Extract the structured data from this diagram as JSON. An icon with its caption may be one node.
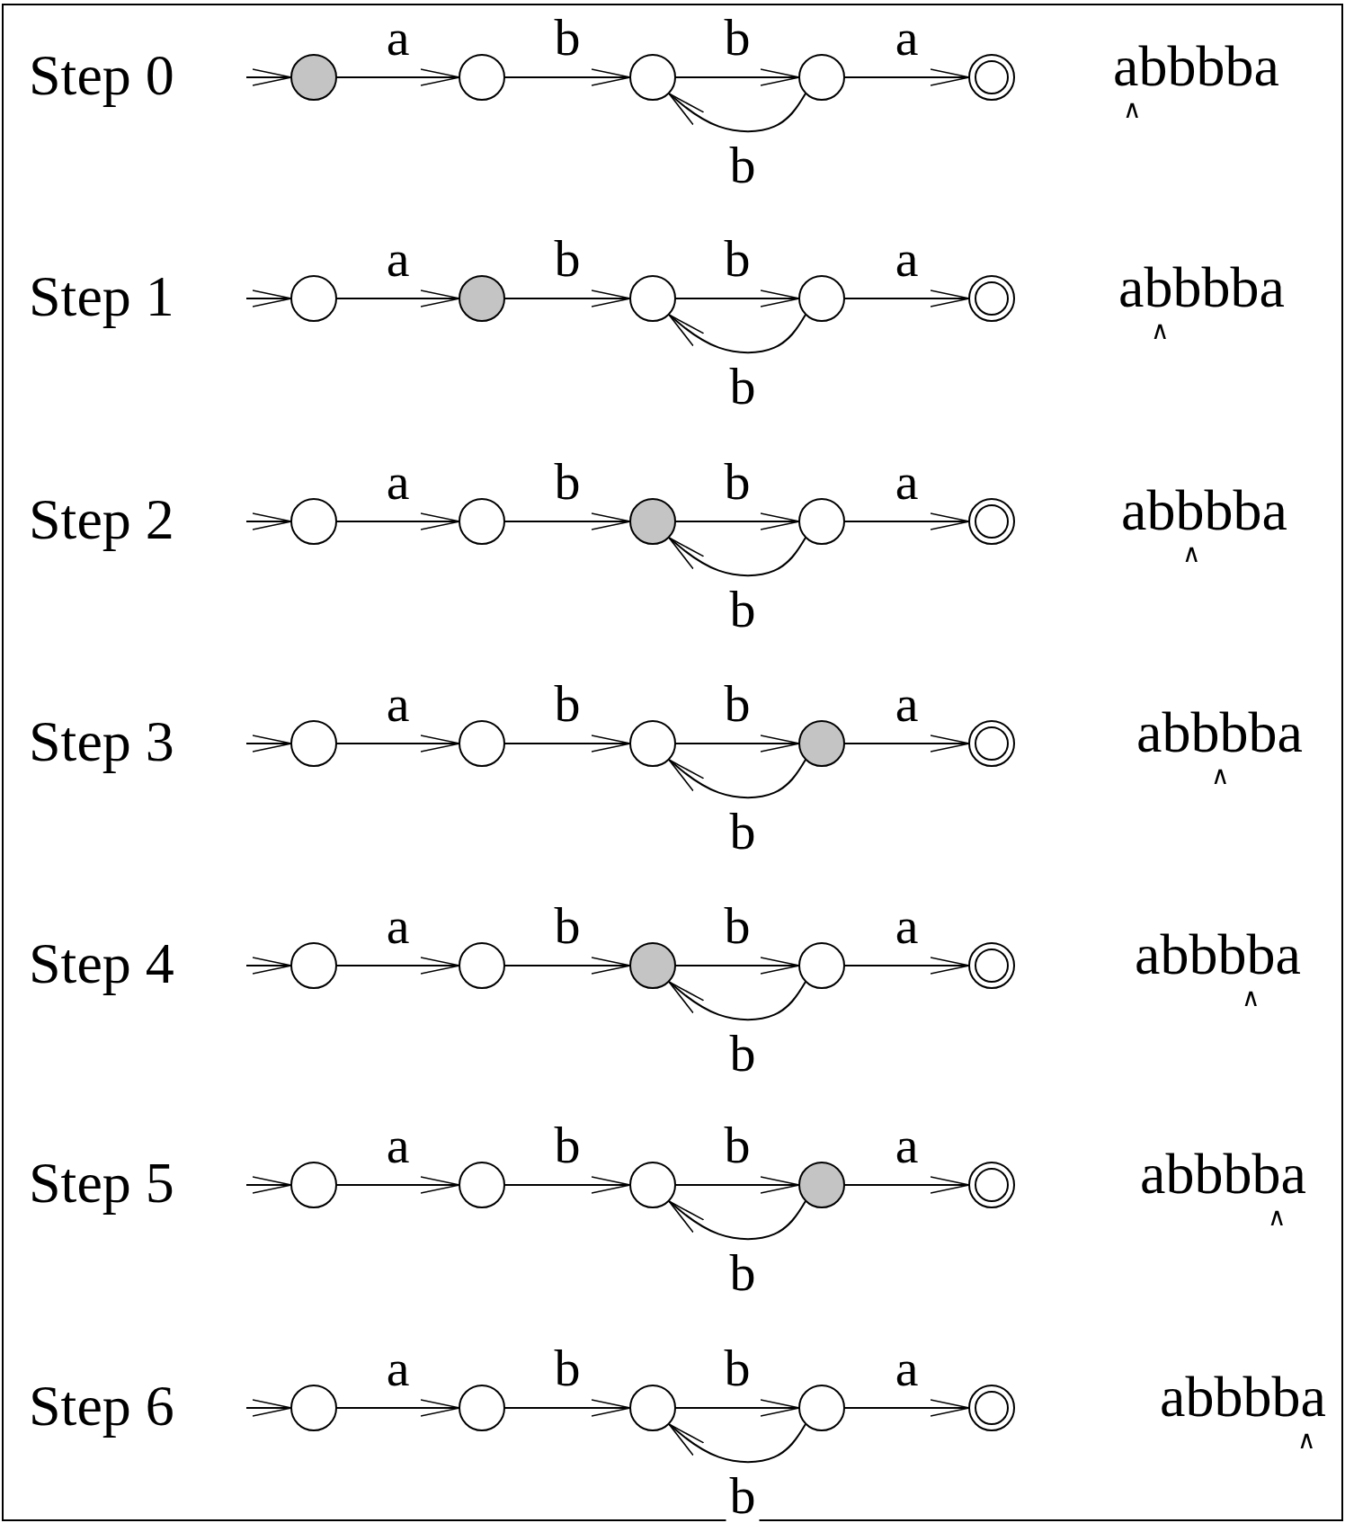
{
  "diagram": {
    "nodes": [
      {
        "text": [],
        "shape": "circle"
      },
      {
        "text": [],
        "shape": "circle"
      },
      {
        "text": [],
        "shape": "circle"
      },
      {
        "text": [],
        "shape": "circle"
      },
      {
        "text": [],
        "shape": "doublecircle"
      },
      {
        "text": [],
        "shape": "circle"
      },
      {
        "text": [],
        "shape": "circle"
      },
      {
        "text": [],
        "shape": "circle"
      },
      {
        "text": [],
        "shape": "circle"
      },
      {
        "text": [],
        "shape": "doublecircle"
      },
      {
        "text": [],
        "shape": "circle"
      },
      {
        "text": [],
        "shape": "circle"
      },
      {
        "text": [],
        "shape": "circle"
      },
      {
        "text": [],
        "shape": "circle"
      },
      {
        "text": [],
        "shape": "doublecircle"
      },
      {
        "text": [],
        "shape": "circle"
      },
      {
        "text": [],
        "shape": "circle"
      },
      {
        "text": [],
        "shape": "circle"
      },
      {
        "text": [],
        "shape": "circle"
      },
      {
        "text": [],
        "shape": "doublecircle"
      },
      {
        "text": [],
        "shape": "circle"
      },
      {
        "text": [],
        "shape": "circle"
      },
      {
        "text": [],
        "shape": "circle"
      },
      {
        "text": [],
        "shape": "circle"
      },
      {
        "text": [],
        "shape": "doublecircle"
      },
      {
        "text": [],
        "shape": "circle"
      },
      {
        "text": [],
        "shape": "circle"
      },
      {
        "text": [],
        "shape": "circle"
      },
      {
        "text": [],
        "shape": "circle"
      },
      {
        "text": [],
        "shape": "doublecircle"
      },
      {
        "text": [],
        "shape": "circle"
      },
      {
        "text": [],
        "shape": "circle"
      },
      {
        "text": [],
        "shape": "circle"
      },
      {
        "text": [],
        "shape": "circle"
      },
      {
        "text": [],
        "shape": "doublecircle"
      }
    ],
    "edges": [
      {
        "from": null,
        "to": 0,
        "arrow": "to"
      },
      {
        "from": 0,
        "to": 1,
        "label": "a",
        "arrow": "to"
      },
      {
        "from": 1,
        "to": 2,
        "label": "b",
        "arrow": "to"
      },
      {
        "from": 2,
        "to": 3,
        "label": "b",
        "arrow": "to"
      },
      {
        "from": 3,
        "to": 4,
        "label": "a",
        "arrow": "to"
      },
      {
        "from": 3,
        "to": 2,
        "label": "b",
        "arrow": "to"
      },
      {
        "from": null,
        "to": 5,
        "arrow": "to"
      },
      {
        "from": 5,
        "to": 6,
        "label": "a",
        "arrow": "to"
      },
      {
        "from": 6,
        "to": 7,
        "label": "b",
        "arrow": "to"
      },
      {
        "from": 7,
        "to": 8,
        "label": "b",
        "arrow": "to"
      },
      {
        "from": 8,
        "to": 9,
        "label": "a",
        "arrow": "to"
      },
      {
        "from": 8,
        "to": 7,
        "label": "b",
        "arrow": "to"
      },
      {
        "from": null,
        "to": 10,
        "arrow": "to"
      },
      {
        "from": 10,
        "to": 11,
        "label": "a",
        "arrow": "to"
      },
      {
        "from": 11,
        "to": 12,
        "label": "b",
        "arrow": "to"
      },
      {
        "from": 12,
        "to": 13,
        "label": "b",
        "arrow": "to"
      },
      {
        "from": 13,
        "to": 14,
        "label": "a",
        "arrow": "to"
      },
      {
        "from": 13,
        "to": 12,
        "label": "b",
        "arrow": "to"
      },
      {
        "from": null,
        "to": 15,
        "arrow": "to"
      },
      {
        "from": 15,
        "to": 16,
        "label": "a",
        "arrow": "to"
      },
      {
        "from": 16,
        "to": 17,
        "label": "b",
        "arrow": "to"
      },
      {
        "from": 17,
        "to": 18,
        "label": "b",
        "arrow": "to"
      },
      {
        "from": 18,
        "to": 19,
        "label": "a",
        "arrow": "to"
      },
      {
        "from": 18,
        "to": 17,
        "label": "b",
        "arrow": "to"
      },
      {
        "from": null,
        "to": 20,
        "arrow": "to"
      },
      {
        "from": 20,
        "to": 21,
        "label": "a",
        "arrow": "to"
      },
      {
        "from": 21,
        "to": 22,
        "label": "b",
        "arrow": "to"
      },
      {
        "from": 22,
        "to": 23,
        "label": "b",
        "arrow": "to"
      },
      {
        "from": 23,
        "to": 24,
        "label": "a",
        "arrow": "to"
      },
      {
        "from": 23,
        "to": 22,
        "label": "b",
        "arrow": "to"
      },
      {
        "from": null,
        "to": 25,
        "arrow": "to"
      },
      {
        "from": 25,
        "to": 26,
        "label": "a",
        "arrow": "to"
      },
      {
        "from": 26,
        "to": 27,
        "label": "b",
        "arrow": "to"
      },
      {
        "from": 27,
        "to": 28,
        "label": "b",
        "arrow": "to"
      },
      {
        "from": 28,
        "to": 29,
        "label": "a",
        "arrow": "to"
      },
      {
        "from": 28,
        "to": 27,
        "label": "b",
        "arrow": "to"
      },
      {
        "from": null,
        "to": 30,
        "arrow": "to"
      },
      {
        "from": 30,
        "to": 31,
        "label": "a",
        "arrow": "to"
      },
      {
        "from": 31,
        "to": 32,
        "label": "b",
        "arrow": "to"
      },
      {
        "from": 32,
        "to": 33,
        "label": "b",
        "arrow": "to"
      },
      {
        "from": 33,
        "to": 34,
        "label": "a",
        "arrow": "to"
      },
      {
        "from": 33,
        "to": 32,
        "label": "b",
        "arrow": "to"
      }
    ],
    "labels": [
      "Step 0",
      "abbbba",
      "∧",
      "Step 1",
      "abbbba",
      "∧",
      "Step 2",
      "abbbba",
      "∧",
      "Step 3",
      "abbbba",
      "∧",
      "Step 4",
      "abbbba",
      "∧",
      "Step 5",
      "abbbba",
      "∧",
      "Step 6",
      "abbbba",
      "∧"
    ]
  }
}
